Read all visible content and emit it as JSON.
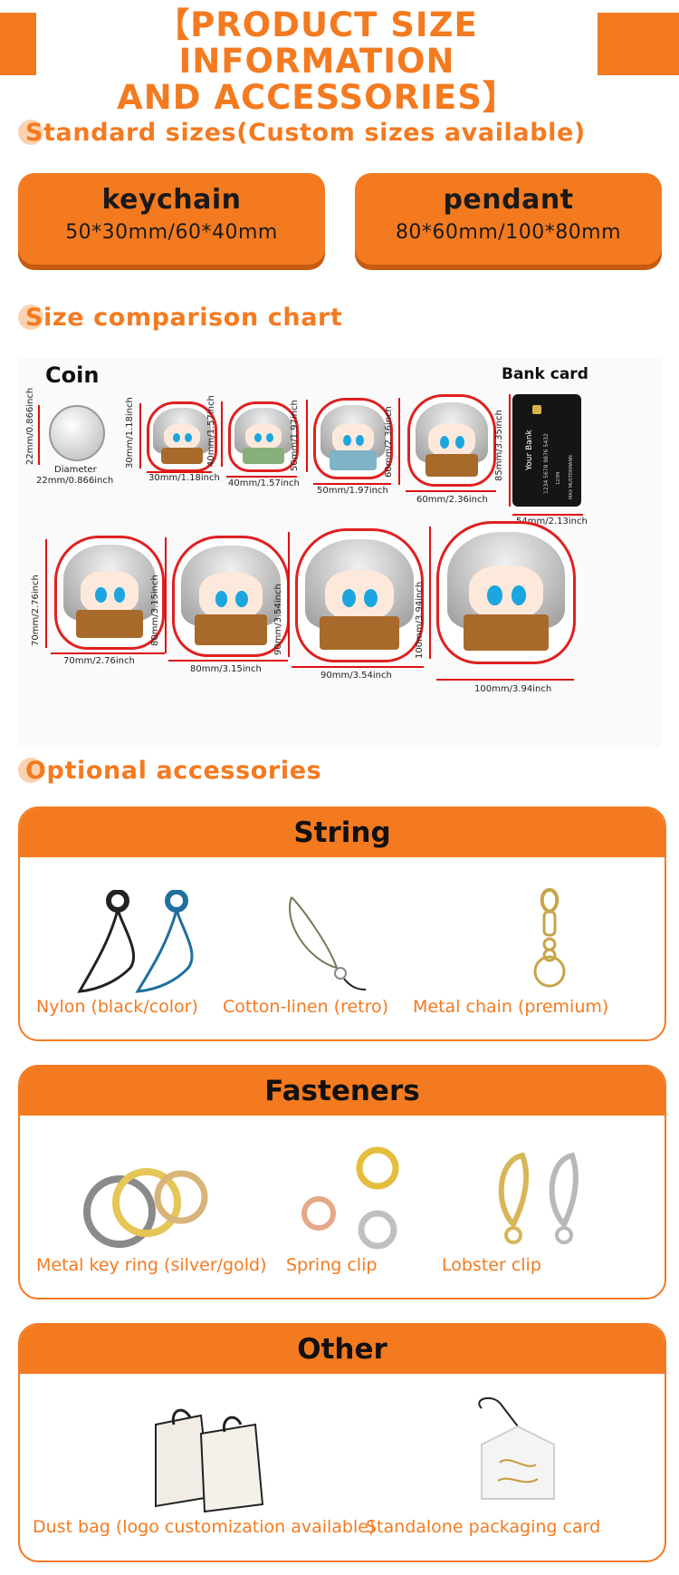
{
  "header": {
    "title_line1": "【PRODUCT SIZE INFORMATION",
    "title_line2": "AND ACCESSORIES】"
  },
  "sections": {
    "standard": "Standard sizes(Custom sizes available)",
    "comparison": "Size comparison chart",
    "accessories": "Optional accessories"
  },
  "sizes": [
    {
      "name": "keychain",
      "dims": "50*30mm/60*40mm"
    },
    {
      "name": "pendant",
      "dims": "80*60mm/100*80mm"
    }
  ],
  "chart": {
    "coin_label": "Coin",
    "bank_label": "Bank card",
    "coin_height": "22mm/0.866inch",
    "coin_diameter_label": "Diameter",
    "coin_diameter": "22mm/0.866inch",
    "bank_height": "85mm/3.35inch",
    "bank_width": "54mm/2.13inch",
    "bank_text": "Your Bank",
    "bank_number": "1234 5678 9876 5432",
    "bank_holder": "MAX MUSTERMANN",
    "bank_expiry": "12/99",
    "row1": [
      {
        "h": "30mm/1.18inch",
        "w": "30mm/1.18inch"
      },
      {
        "h": "40mm/1.57inch",
        "w": "40mm/1.57inch"
      },
      {
        "h": "50mm/1.97inch",
        "w": "50mm/1.97inch"
      },
      {
        "h": "60mm/2.36inch",
        "w": "60mm/2.36inch"
      }
    ],
    "row2": [
      {
        "h": "70mm/2.76inch",
        "w": "70mm/2.76inch"
      },
      {
        "h": "80mm/3.15inch",
        "w": "80mm/3.15inch"
      },
      {
        "h": "90mm/3.54inch",
        "w": "90mm/3.54inch"
      },
      {
        "h": "100mm/3.94inch",
        "w": "100mm/3.94inch"
      }
    ]
  },
  "accessories": {
    "string": {
      "title": "String",
      "items": [
        "Nylon (black/color)",
        "Cotton-linen (retro)",
        "Metal chain (premium)"
      ]
    },
    "fasteners": {
      "title": "Fasteners",
      "items": [
        "Metal key ring (silver/gold)",
        "Spring clip",
        "Lobster clip"
      ]
    },
    "other": {
      "title": "Other",
      "items": [
        "Dust bag (logo customization available)",
        "Standalone packaging card"
      ]
    }
  },
  "colors": {
    "accent": "#f47a20",
    "outline": "#e02020"
  }
}
